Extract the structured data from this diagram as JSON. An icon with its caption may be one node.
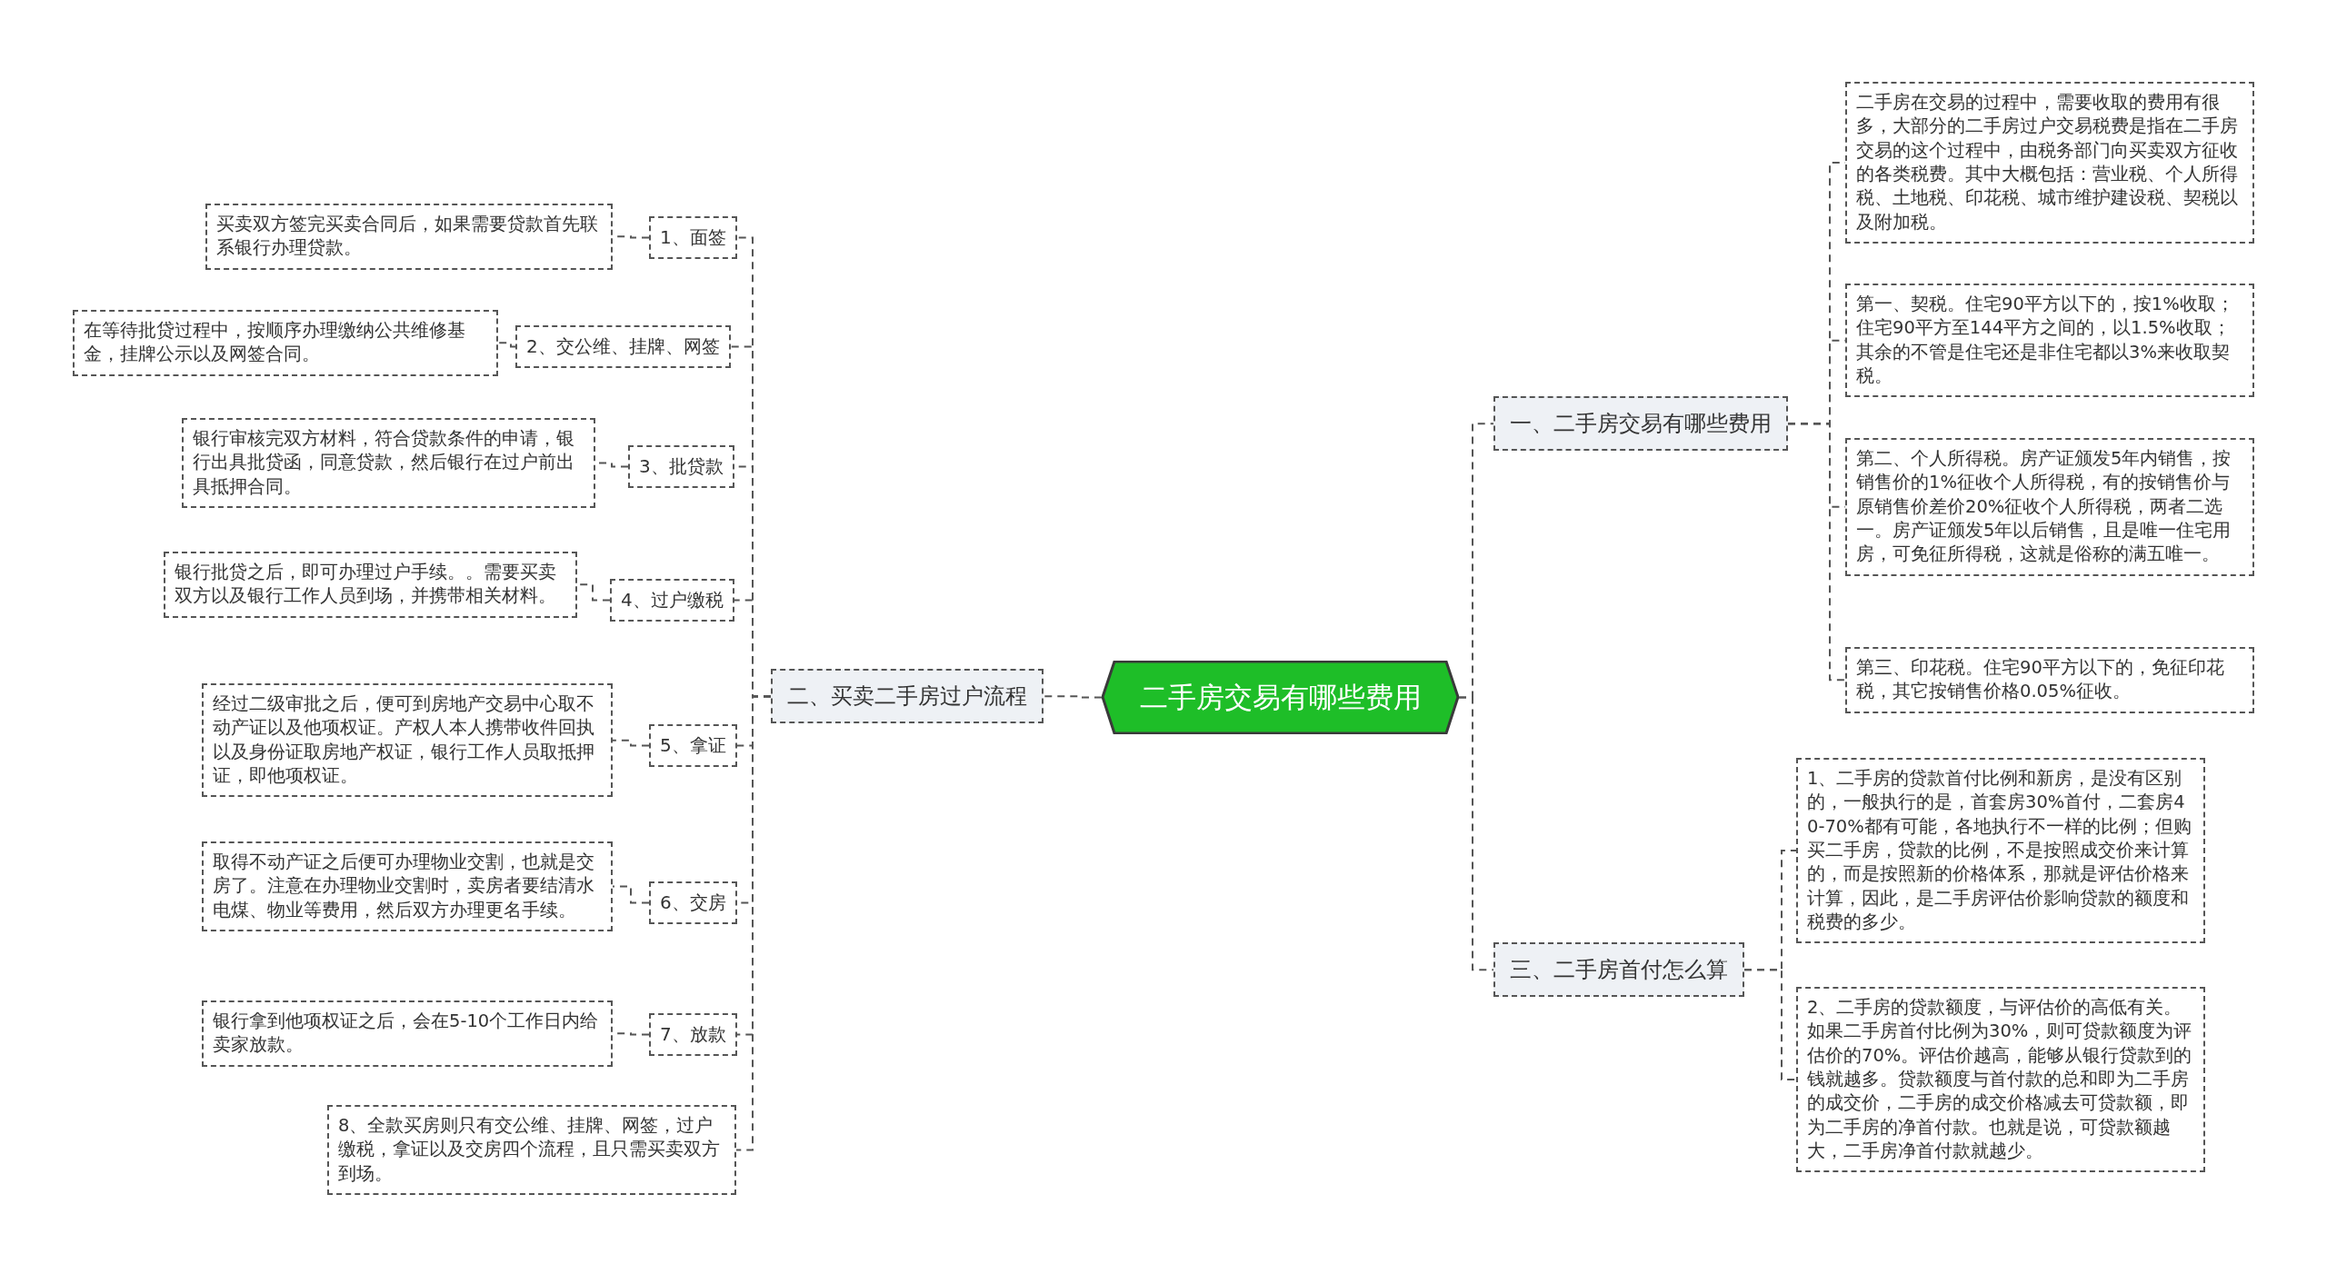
{
  "diagram": {
    "nodes": [
      {
        "text": [
          "二手房交易有哪些费用"
        ]
      },
      {
        "text": [
          "一、二手房交易有哪些费用"
        ]
      },
      {
        "text": [
          "二手房在交易的过程中，需要收取的费用有很多，大部分的二手房过户交易税费是指在二手房交易的这个过程中，由税务部门向买卖双方征收的各类税费。其中大概包括：营业税、个人所得税、土地税、印花税、城市维护建设税、契税以及附加税。"
        ]
      },
      {
        "text": [
          "第一、契税。住宅90平方以下的，按1%收取；住宅90平方至144平方之间的，以1.5%收取；其余的不管是住宅还是非住宅都以3%来收取契税。"
        ]
      },
      {
        "text": [
          "第二、个人所得税。房产证颁发5年内销售，按销售价的1%征收个人所得税，有的按销售价与原销售价差价20%征收个人所得税，两者二选一。房产证颁发5年以后销售，且是唯一住宅用房，可免征所得税，这就是俗称的满五唯一。"
        ]
      },
      {
        "text": [
          "第三、印花税。住宅90平方以下的，免征印花税，其它按销售价格0.05%征收。"
        ]
      },
      {
        "text": [
          "三、二手房首付怎么算"
        ]
      },
      {
        "text": [
          "1、二手房的贷款首付比例和新房，是没有区别的，一般执行的是，首套房30%首付，二套房40-70%都有可能，各地执行不一样的比例；但购买二手房，贷款的比例，不是按照成交价来计算的，而是按照新的价格体系，那就是评估价格来计算，因此，是二手房评估价影响贷款的额度和税费的多少。"
        ]
      },
      {
        "text": [
          "2、二手房的贷款额度，与评估价的高低有关。如果二手房首付比例为30%，则可贷款额度为评估价的70%。评估价越高，能够从银行贷款到的钱就越多。贷款额度与首付款的总和即为二手房的成交价，二手房的成交价格减去可贷款额，即为二手房的净首付款。也就是说，可贷款额越大，二手房净首付款就越少。"
        ]
      },
      {
        "text": [
          "二、买卖二手房过户流程"
        ]
      },
      {
        "text": [
          "1、面签"
        ]
      },
      {
        "text": [
          "买卖双方签完买卖合同后，如果需要贷款首先联系银行办理贷款。"
        ]
      },
      {
        "text": [
          "2、交公维、挂牌、网签"
        ]
      },
      {
        "text": [
          "在等待批贷过程中，按顺序办理缴纳公共维修基金，挂牌公示以及网签合同。"
        ]
      },
      {
        "text": [
          "3、批贷款"
        ]
      },
      {
        "text": [
          "银行审核完双方材料，符合贷款条件的申请，银行出具批贷函，同意贷款，然后银行在过户前出具抵押合同。"
        ]
      },
      {
        "text": [
          "4、过户缴税"
        ]
      },
      {
        "text": [
          "银行批贷之后，即可办理过户手续。。需要买卖双方以及银行工作人员到场，并携带相关材料。"
        ]
      },
      {
        "text": [
          "5、拿证"
        ]
      },
      {
        "text": [
          "经过二级审批之后，便可到房地产交易中心取不动产证以及他项权证。产权人本人携带收件回执以及身份证取房地产权证，银行工作人员取抵押证，即他项权证。"
        ]
      },
      {
        "text": [
          "6、交房"
        ]
      },
      {
        "text": [
          "取得不动产证之后便可办理物业交割，也就是交房了。注意在办理物业交割时，卖房者要结清水电煤、物业等费用，然后双方办理更名手续。"
        ]
      },
      {
        "text": [
          "7、放款"
        ]
      },
      {
        "text": [
          "银行拿到他项权证之后，会在5-10个工作日内给卖家放款。"
        ]
      },
      {
        "text": [
          "8、全款买房则只有交公维、挂牌、网签，过户缴税，拿证以及交房四个流程，且只需买卖双方到场。"
        ]
      }
    ],
    "edges": [
      {
        "from": 0,
        "to": 1,
        "arrow": "none"
      },
      {
        "from": 1,
        "to": 2,
        "arrow": "none"
      },
      {
        "from": 1,
        "to": 3,
        "arrow": "none"
      },
      {
        "from": 1,
        "to": 4,
        "arrow": "none"
      },
      {
        "from": 1,
        "to": 5,
        "arrow": "none"
      },
      {
        "from": 0,
        "to": 6,
        "arrow": "none"
      },
      {
        "from": 6,
        "to": 7,
        "arrow": "none"
      },
      {
        "from": 6,
        "to": 8,
        "arrow": "none"
      },
      {
        "from": 0,
        "to": 9,
        "arrow": "none"
      },
      {
        "from": 9,
        "to": 10,
        "arrow": "none"
      },
      {
        "from": 10,
        "to": 11,
        "arrow": "none"
      },
      {
        "from": 9,
        "to": 12,
        "arrow": "none"
      },
      {
        "from": 12,
        "to": 13,
        "arrow": "none"
      },
      {
        "from": 9,
        "to": 14,
        "arrow": "none"
      },
      {
        "from": 14,
        "to": 15,
        "arrow": "none"
      },
      {
        "from": 9,
        "to": 16,
        "arrow": "none"
      },
      {
        "from": 16,
        "to": 17,
        "arrow": "none"
      },
      {
        "from": 9,
        "to": 18,
        "arrow": "none"
      },
      {
        "from": 18,
        "to": 19,
        "arrow": "none"
      },
      {
        "from": 9,
        "to": 20,
        "arrow": "none"
      },
      {
        "from": 20,
        "to": 21,
        "arrow": "none"
      },
      {
        "from": 9,
        "to": 22,
        "arrow": "none"
      },
      {
        "from": 22,
        "to": 23,
        "arrow": "none"
      },
      {
        "from": 9,
        "to": 24,
        "arrow": "none"
      }
    ]
  }
}
